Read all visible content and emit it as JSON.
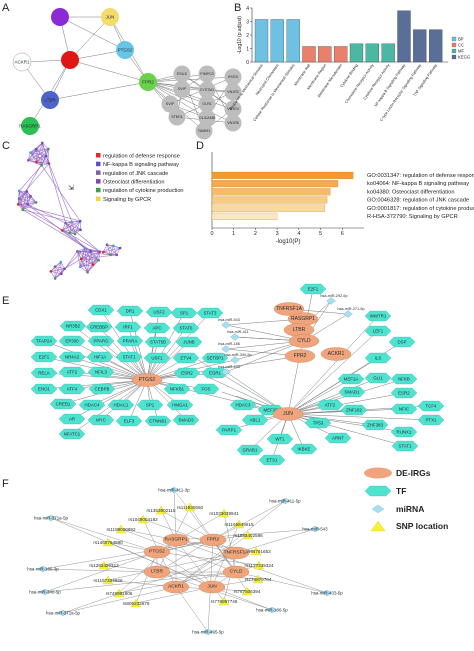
{
  "panels": [
    "A",
    "B",
    "C",
    "D",
    "E",
    "F"
  ],
  "colors": {
    "bp": "#6fc1e3",
    "cc": "#ea7f6c",
    "mf": "#4cb7a2",
    "kegg": "#5a6f98",
    "degs": "#f0a47c",
    "tf": "#4ee3cf",
    "mirna": "#a9ddf2",
    "snp": "#f6f03c",
    "bar_d": "#f2a141",
    "cluster": "#8e5fbf"
  },
  "panel_a": {
    "hubs": [
      {
        "id": "a_purple",
        "label": "",
        "color": "#8a2bd6"
      },
      {
        "id": "a_jun",
        "label": "JUN",
        "color": "#f3dc6a"
      },
      {
        "id": "a_red",
        "label": "",
        "color": "#e01616"
      },
      {
        "id": "a_ackr1",
        "label": "ACKR1",
        "color": "#ffffff"
      },
      {
        "id": "a_ptgs2",
        "label": "PTGS2",
        "color": "#68c5e8"
      },
      {
        "id": "a_ffr2",
        "label": "FPR2",
        "color": "#6ad14b"
      },
      {
        "id": "a_ltbr",
        "label": "LTBR",
        "color": "#4d64c9"
      },
      {
        "id": "a_rasgrp1",
        "label": "RASGRP1",
        "color": "#2bbf54"
      }
    ],
    "grey_nodes": [
      "ESILE",
      "PIMPC3",
      "HSGD",
      "SVIP",
      "CYSTM1",
      "VN1R2",
      "SVIP",
      "OLR1",
      "VN1R4",
      "STBD1",
      "OLICAMB",
      "VN1R6",
      "TAMM1"
    ]
  },
  "chart_data": [
    {
      "type": "bar",
      "title": "",
      "xlabel": "",
      "ylabel": "-Log10 (p.adjust)",
      "ylim": [
        0,
        4
      ],
      "yticks": [
        0,
        1,
        2,
        3,
        4
      ],
      "categories": [
        "Response to Mechanical Stimulus",
        "Neutrophil Chemotaxis",
        "Cellular Response to Mechanical Stimulus",
        "Membrane Raft",
        "Membrane Region",
        "Membrane Microdomain",
        "Cytokine Binding",
        "Chemokine Receptor Activity",
        "Cytokine Receptor Activity",
        "NF-kappa B Signaling Pathway",
        "C-type Lectin Receptor Signaling Pathway",
        "TNF Signaling Pathway"
      ],
      "values": [
        3.15,
        3.15,
        3.15,
        1.15,
        1.15,
        1.15,
        1.35,
        1.35,
        1.35,
        3.8,
        2.4,
        2.4
      ],
      "groups": [
        "BP",
        "BP",
        "BP",
        "CC",
        "CC",
        "CC",
        "MF",
        "MF",
        "MF",
        "KEGG",
        "KEGG",
        "KEGG"
      ],
      "legend": [
        "BP",
        "CC",
        "MF",
        "KEGG"
      ],
      "legend_position": "top-right"
    },
    {
      "type": "bar",
      "orientation": "horizontal",
      "title": "",
      "xlabel": "-log10(P)",
      "xlim": [
        0,
        7
      ],
      "xticks": [
        0,
        1,
        2,
        3,
        4,
        5,
        6
      ],
      "categories": [
        "GO:0031347: regulation of defense response",
        "ko04064: NF-kappa B signaling pathway",
        "ko04380: Osteoclast differentiation",
        "GO:0046328: regulation of JNK cascade",
        "GO:0001817: regulation of cytokine production",
        "R-HSA-372790: Signaling by GPCR"
      ],
      "values": [
        6.5,
        5.8,
        5.45,
        5.3,
        5.2,
        3.0
      ]
    }
  ],
  "panel_c": {
    "legend": [
      {
        "label": "regulation of defense response",
        "color": "#e8262a"
      },
      {
        "label": "NF-kappa B signaling pathway",
        "color": "#5a4fcf"
      },
      {
        "label": "regulation of JNK cascade",
        "color": "#7e5fa8"
      },
      {
        "label": "Osteoclast differentiation",
        "color": "#8b3fb5"
      },
      {
        "label": "regulation of cytokine production",
        "color": "#3d9e4a"
      },
      {
        "label": "Signaling by GPCR",
        "color": "#f2d43a"
      }
    ]
  },
  "panel_e": {
    "degs": [
      {
        "id": "e_ptgs2",
        "label": "PTGS2"
      },
      {
        "id": "e_jun",
        "label": "JUN"
      },
      {
        "id": "e_rasgrp1",
        "label": "RASGRP1"
      },
      {
        "id": "e_ltbr",
        "label": "LTBR"
      },
      {
        "id": "e_tnfrsf1a",
        "label": "TNFRSF1A"
      },
      {
        "id": "e_fpr2",
        "label": "FPR2"
      },
      {
        "id": "e_ackr1",
        "label": "ACKR1"
      },
      {
        "id": "e_cylo",
        "label": "CYLD"
      }
    ],
    "tfs_ptgs2": [
      "CDX1",
      "DR1",
      "USF2",
      "SP1",
      "STAT3",
      "NR3B2",
      "CREBBP",
      "IRF1",
      "APC",
      "STAT6",
      "TFAP2A",
      "EP300",
      "PPARG",
      "PPARA",
      "STAT5B",
      "JUNB",
      "E2F1",
      "NR4A2",
      "HIF1A",
      "STAT1",
      "USF1",
      "ETV4",
      "SETBP1",
      "RELA",
      "ATF2",
      "NFIL3",
      "ESR2",
      "EGR1",
      "ENO1",
      "ATF4",
      "CEBPB",
      "NFKB1",
      "FOS",
      "CREB1",
      "HDAC4",
      "HDAC1",
      "SP1",
      "HMGA1",
      "AR",
      "MYC",
      "ELF3",
      "CTNNB1",
      "SMAD3",
      "NFATC1"
    ],
    "tfs_jun": [
      "E2F1",
      "WWTR1",
      "LEF1",
      "DSP",
      "ILS",
      "MEF2A",
      "GLI1",
      "NFKB",
      "SMAD1",
      "ESR2",
      "HDAC3",
      "ATF2",
      "TCF4",
      "MEF2D",
      "ZNF182",
      "NFIC",
      "ABL1",
      "TP53",
      "ZHF383",
      "PTX1",
      "RUNX1",
      "WT1",
      "ARNT",
      "PARP1",
      "STAT1",
      "IKBKE",
      "GRAB1",
      "ETS1"
    ],
    "mirnas": [
      "hsa-miR-292-5p",
      "hsa-miR-371-5p",
      "hsa-miR-543",
      "hsa-miR-411",
      "hsa-miR-186",
      "hsa-miR-340-5p",
      "hsa-miR-433"
    ]
  },
  "panel_f": {
    "legend": [
      {
        "key": "degs",
        "label": "DE-IRGs"
      },
      {
        "key": "tf",
        "label": "TF"
      },
      {
        "key": "mirna",
        "label": "miRNA"
      },
      {
        "key": "snp",
        "label": "SNP location"
      }
    ],
    "degs": [
      {
        "id": "f_rasgrp1",
        "label": "RASGRP1"
      },
      {
        "id": "f_fpr2",
        "label": "FPR2"
      },
      {
        "id": "f_ptgs2",
        "label": "PTGS2"
      },
      {
        "id": "f_tnfrsf1a",
        "label": "TNFRSF1A"
      },
      {
        "id": "f_ltbr",
        "label": "LTBR"
      },
      {
        "id": "f_cylo",
        "label": "CYLD"
      },
      {
        "id": "f_ackr1",
        "label": "ACKR1"
      },
      {
        "id": "f_jun",
        "label": "JUN"
      }
    ],
    "snps": [
      "rs1353902115",
      "rs111835650",
      "rs1033039941",
      "rs1049004182",
      "rs1165649618",
      "rs1199000692",
      "rs1033402586",
      "rs1460794980",
      "rs1544791653",
      "rs1292420312",
      "rs1177339324",
      "rs1157324828",
      "rs774879764",
      "rs749991806",
      "rs767506394",
      "rs805233679",
      "rs778897748"
    ],
    "mirnas": [
      "hsa-miR-411-3p",
      "hsa-miR-411-5p",
      "hsa-miR-371a-5p",
      "hsa-miR-543",
      "hsa-miR-186-3p",
      "hsa-miR-340-5p",
      "hsa-miR-371a-5p",
      "hsa-miR-186-5p",
      "hsa-miR-433-5p",
      "hsa-miR-495-5p"
    ]
  }
}
